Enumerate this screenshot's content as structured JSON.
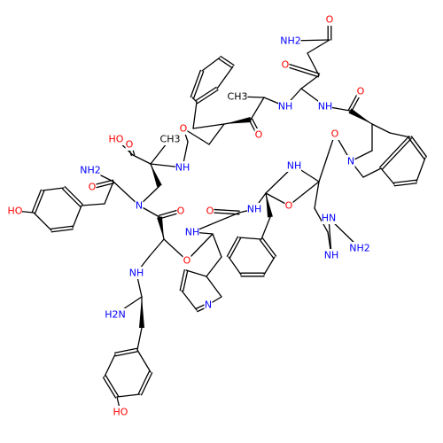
{
  "colors": {
    "background": "#ffffff",
    "bond": "#000000",
    "oxygen": "#ff0000",
    "nitrogen": "#0000ff",
    "carbon": "#000000"
  },
  "atoms": [
    {
      "id": "o1",
      "text": "O",
      "element": "O"
    },
    {
      "id": "nh2a",
      "text": "NH2",
      "element": "N"
    },
    {
      "id": "o2",
      "text": "O",
      "element": "O"
    },
    {
      "id": "o3",
      "text": "O",
      "element": "O"
    },
    {
      "id": "o4",
      "text": "O",
      "element": "O"
    },
    {
      "id": "nh1",
      "text": "NH",
      "element": "N"
    },
    {
      "id": "nh2",
      "text": "NH",
      "element": "N"
    },
    {
      "id": "ch3a",
      "text": "CH3",
      "element": "C"
    },
    {
      "id": "o5",
      "text": "O",
      "element": "O"
    },
    {
      "id": "o6",
      "text": "O",
      "element": "O"
    },
    {
      "id": "nring",
      "text": "N",
      "element": "N"
    },
    {
      "id": "nh3",
      "text": "NH",
      "element": "N"
    },
    {
      "id": "o7",
      "text": "O",
      "element": "O"
    },
    {
      "id": "ho1",
      "text": "HO",
      "element": "O"
    },
    {
      "id": "nh2b",
      "text": "NH2",
      "element": "N"
    },
    {
      "id": "o8",
      "text": "O",
      "element": "O"
    },
    {
      "id": "nh4",
      "text": "NH",
      "element": "N"
    },
    {
      "id": "ch3b",
      "text": "CH3",
      "element": "C"
    },
    {
      "id": "o9",
      "text": "O",
      "element": "O"
    },
    {
      "id": "ho2",
      "text": "HO",
      "element": "O"
    },
    {
      "id": "n1",
      "text": "N",
      "element": "N"
    },
    {
      "id": "o10",
      "text": "O",
      "element": "O"
    },
    {
      "id": "nh5",
      "text": "NH",
      "element": "N"
    },
    {
      "id": "nh6",
      "text": "NH",
      "element": "N"
    },
    {
      "id": "o11",
      "text": "O",
      "element": "O"
    },
    {
      "id": "nh7",
      "text": "NH",
      "element": "N"
    },
    {
      "id": "hn1",
      "text": "HN",
      "element": "N"
    },
    {
      "id": "nh2c",
      "text": "NH2",
      "element": "N"
    },
    {
      "id": "nh8",
      "text": "NH",
      "element": "N"
    },
    {
      "id": "o12",
      "text": "O",
      "element": "O"
    },
    {
      "id": "nim",
      "text": "N",
      "element": "N"
    },
    {
      "id": "h2n",
      "text": "H2N",
      "element": "N"
    },
    {
      "id": "ho3",
      "text": "HO",
      "element": "O"
    }
  ]
}
